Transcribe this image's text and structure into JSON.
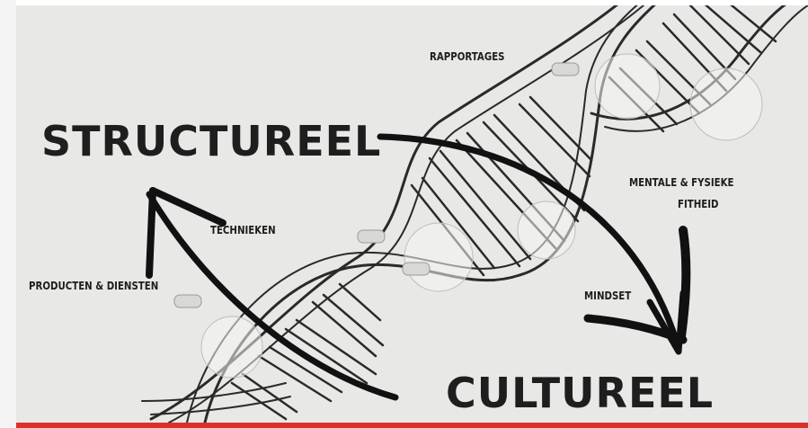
{
  "labels": {
    "structureel": "STRUCTUREEL",
    "cultureel": "CULTUREEL",
    "rapportages": "RAPPORTAGES",
    "mentale_line1": "MENTALE & FYSIEKE",
    "mentale_line2": "FITHEID",
    "technieken": "TECHNIEKEN",
    "producten": "PRODUCTEN & DIENSTEN",
    "mindset": "MINDSET"
  },
  "colors": {
    "background": "#e8e8e6",
    "ink": "#1e1e1e",
    "progress": "#d9322b"
  }
}
